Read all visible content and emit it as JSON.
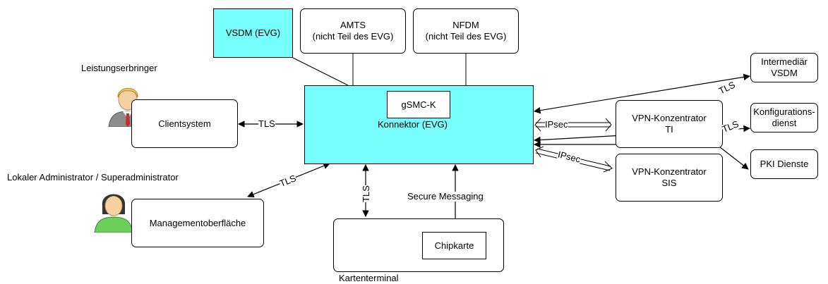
{
  "boxes": {
    "vsdm": "VSDM (EVG)",
    "amts_line1": "AMTS",
    "amts_line2": "(nicht Teil des EVG)",
    "nfdm_line1": "NFDM",
    "nfdm_line2": "(nicht Teil des EVG)",
    "gsmc": "gSMC-K",
    "konnektor": "Konnektor (EVG)",
    "clientsystem": "Clientsystem",
    "management": "Managementoberfläche",
    "chipkarte": "Chipkarte",
    "vpn_ti_line1": "VPN-Konzentrator",
    "vpn_ti_line2": "TI",
    "vpn_sis_line1": "VPN-Konzentrator",
    "vpn_sis_line2": "SIS",
    "intermediaer_line1": "Intermediär",
    "intermediaer_line2": "VSDM",
    "konfig_line1": "Konfigurations-",
    "konfig_line2": "dienst",
    "pki": "PKI Dienste"
  },
  "labels": {
    "leistungserbringer": "Leistungserbringer",
    "admin": "Lokaler Administrator / Superadministrator",
    "kartenterminal": "Kartenterminal"
  },
  "edges": {
    "tls": "TLS",
    "ipsec": "IPsec",
    "secure_messaging": "Secure Messaging"
  },
  "colors": {
    "konnektor_fill": "#77ffff",
    "user_blond_hair": "#f0c860",
    "user_shirt_grey": "#8c8c8c",
    "admin_shirt_green": "#6ccf5a"
  },
  "icons": {
    "leistungserbringer": "user-icon",
    "admin": "user-icon"
  }
}
